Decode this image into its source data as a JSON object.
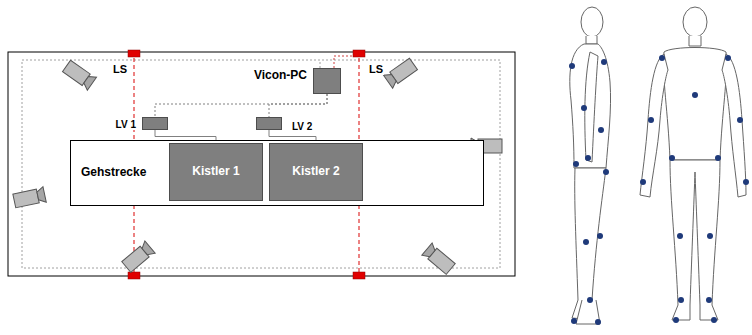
{
  "diagram": {
    "nodes": [
      {
        "text": [
          "Vicon-PC"
        ]
      },
      {
        "text": [
          "LV 1"
        ]
      },
      {
        "text": [
          "LV 2"
        ]
      },
      {
        "text": [
          "Gehstrecke"
        ]
      },
      {
        "text": [
          "Kistler 1"
        ],
        "in": 3
      },
      {
        "text": [
          "Kistler 2"
        ],
        "in": 3
      }
    ],
    "edges": [
      {
        "from": 0,
        "to": 1,
        "arrow": "none"
      },
      {
        "from": 0,
        "to": 2,
        "arrow": "none"
      },
      {
        "from": 1,
        "to": 4,
        "arrow": "none"
      },
      {
        "from": 2,
        "to": 5,
        "arrow": "none"
      }
    ],
    "labels": [
      "LS",
      "LS"
    ]
  }
}
